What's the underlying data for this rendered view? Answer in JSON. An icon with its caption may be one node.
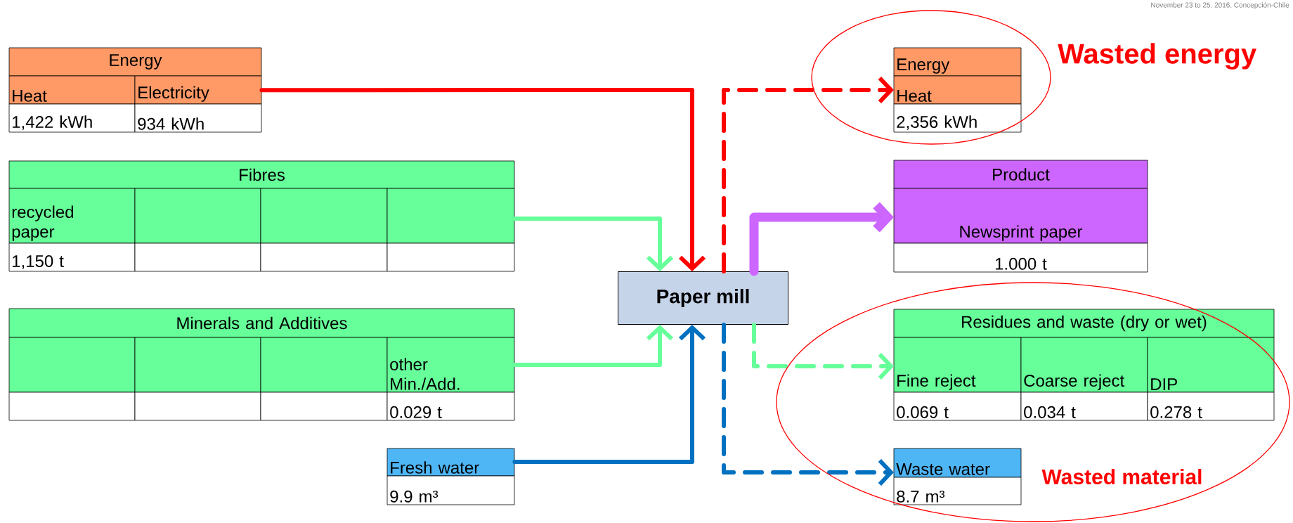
{
  "diagram": {
    "nodes": [
      {
        "text": [
          "Energy",
          "Heat",
          "Electricity",
          "1,422 kWh",
          "934 kWh"
        ]
      },
      {
        "text": [
          "Fibres",
          "recycled paper",
          "1,150 t"
        ]
      },
      {
        "text": [
          "Minerals and Additives",
          "other Min./Add.",
          "0.029 t"
        ]
      },
      {
        "text": [
          "Fresh water",
          "9.9 m³"
        ]
      },
      {
        "text": [
          "Paper mill"
        ]
      },
      {
        "text": [
          "Energy",
          "Heat",
          "2,356 kWh"
        ]
      },
      {
        "text": [
          "Product",
          "Newsprint paper",
          "1.000 t"
        ]
      },
      {
        "text": [
          "Residues and waste (dry or wet)",
          "Fine reject",
          "Coarse reject",
          "DIP",
          "0.069 t",
          "0.034 t",
          "0.278 t"
        ]
      },
      {
        "text": [
          "Waste water",
          "8.7 m³"
        ]
      }
    ],
    "edges": [
      {
        "from": 0,
        "to": 4,
        "arrow": "to",
        "color": "#ff0000"
      },
      {
        "from": 1,
        "to": 4,
        "arrow": "to",
        "color": "#66ff99"
      },
      {
        "from": 2,
        "to": 4,
        "arrow": "to",
        "color": "#66ff99"
      },
      {
        "from": 3,
        "to": 4,
        "arrow": "to",
        "color": "#0070c0"
      },
      {
        "from": 4,
        "to": 5,
        "arrow": "to",
        "style": "dashed",
        "color": "#ff0000"
      },
      {
        "from": 4,
        "to": 6,
        "arrow": "to",
        "style": "thick",
        "color": "#cc66ff"
      },
      {
        "from": 4,
        "to": 7,
        "arrow": "to",
        "style": "dashed",
        "color": "#66ff99"
      },
      {
        "from": 4,
        "to": 8,
        "arrow": "to",
        "style": "dashed",
        "color": "#0070c0"
      }
    ],
    "labels": [
      "November 23 to 25, 2016, Concepción-Chile",
      "Wasted energy",
      "Wasted material"
    ]
  }
}
